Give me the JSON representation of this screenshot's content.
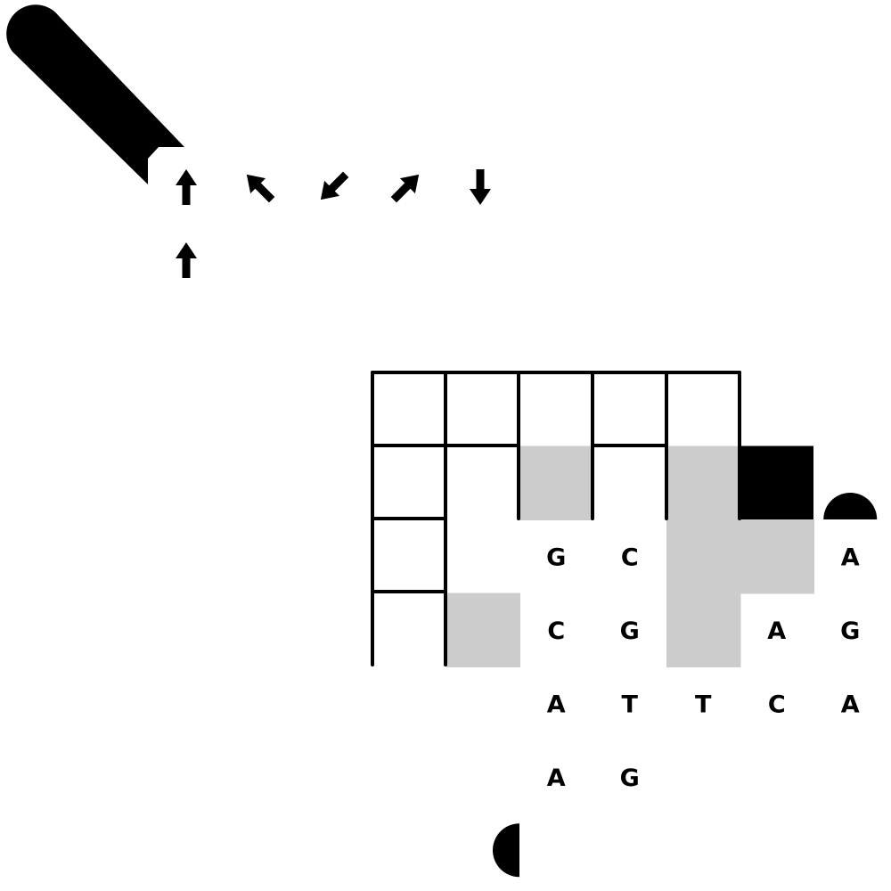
{
  "game": {
    "colors": {
      "background": "#ffffff",
      "ink": "#000000",
      "shaded": "#cccccc",
      "filled": "#000000"
    },
    "cursor": {
      "icon": "pen-cursor-icon"
    },
    "arrow_moves": [
      {
        "icon": "arrow-up-icon",
        "direction": "up"
      },
      {
        "icon": "arrow-up-left-icon",
        "direction": "up-left"
      },
      {
        "icon": "arrow-down-left-icon",
        "direction": "down-left"
      },
      {
        "icon": "arrow-up-right-icon",
        "direction": "up-right"
      },
      {
        "icon": "arrow-down-icon",
        "direction": "down"
      },
      {
        "icon": "arrow-up-icon",
        "direction": "up"
      }
    ],
    "letters": [
      {
        "text": "G",
        "row": 2,
        "col": 2
      },
      {
        "text": "C",
        "row": 2,
        "col": 3
      },
      {
        "text": "A",
        "row": 2,
        "col": 6
      },
      {
        "text": "C",
        "row": 3,
        "col": 2
      },
      {
        "text": "G",
        "row": 3,
        "col": 3
      },
      {
        "text": "A",
        "row": 3,
        "col": 5
      },
      {
        "text": "G",
        "row": 3,
        "col": 6
      },
      {
        "text": "A",
        "row": 4,
        "col": 2
      },
      {
        "text": "T",
        "row": 4,
        "col": 3
      },
      {
        "text": "T",
        "row": 4,
        "col": 4
      },
      {
        "text": "C",
        "row": 4,
        "col": 5
      },
      {
        "text": "A",
        "row": 4,
        "col": 6
      },
      {
        "text": "A",
        "row": 5,
        "col": 2
      },
      {
        "text": "G",
        "row": 5,
        "col": 3
      }
    ],
    "shaded_cells": [
      {
        "row": 1,
        "col": 2
      },
      {
        "row": 1,
        "col": 4
      },
      {
        "row": 2,
        "col": 4
      },
      {
        "row": 2,
        "col": 5
      },
      {
        "row": 3,
        "col": 1
      },
      {
        "row": 3,
        "col": 4
      }
    ],
    "filled_cells": [
      {
        "row": 1,
        "col": 5
      }
    ],
    "markers": [
      {
        "icon": "half-circle-top-icon",
        "row": 1,
        "col": 6
      },
      {
        "icon": "half-circle-left-icon",
        "row": 6,
        "col": 2
      }
    ]
  }
}
